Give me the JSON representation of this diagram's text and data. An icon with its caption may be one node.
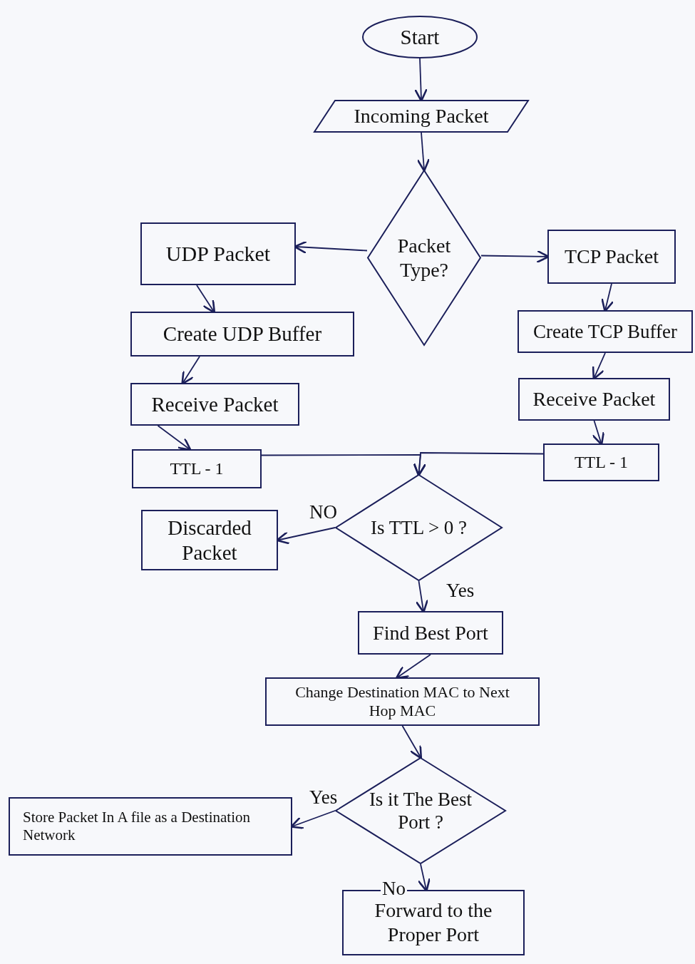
{
  "diagram": {
    "nodes": [
      {
        "text": [
          "Start"
        ]
      },
      {
        "text": [
          "Incoming Packet"
        ]
      },
      {
        "text": [
          "Packet Type?"
        ]
      },
      {
        "text": [
          "UDP Packet"
        ]
      },
      {
        "text": [
          "TCP Packet"
        ]
      },
      {
        "text": [
          "Create UDP Buffer"
        ]
      },
      {
        "text": [
          "Create TCP Buffer"
        ]
      },
      {
        "text": [
          "Receive Packet"
        ]
      },
      {
        "text": [
          "Receive Packet"
        ]
      },
      {
        "text": [
          "TTL - 1"
        ]
      },
      {
        "text": [
          "TTL - 1"
        ]
      },
      {
        "text": [
          "Is TTL > 0 ?"
        ]
      },
      {
        "text": [
          "Discarded Packet"
        ]
      },
      {
        "text": [
          "Find Best Port"
        ]
      },
      {
        "text": [
          "Change Destination MAC to Next Hop MAC"
        ]
      },
      {
        "text": [
          "Is it The Best Port ?"
        ]
      },
      {
        "text": [
          "Store Packet In A file as a Destination Network"
        ]
      },
      {
        "text": [
          "Forward to the Proper Port"
        ]
      }
    ],
    "edges": [
      {
        "from": 0,
        "to": 1,
        "arrow": "to"
      },
      {
        "from": 1,
        "to": 2,
        "arrow": "to"
      },
      {
        "from": 2,
        "to": 3,
        "arrow": "to"
      },
      {
        "from": 2,
        "to": 4,
        "arrow": "to"
      },
      {
        "from": 3,
        "to": 5,
        "arrow": "to"
      },
      {
        "from": 4,
        "to": 6,
        "arrow": "to"
      },
      {
        "from": 5,
        "to": 7,
        "arrow": "to"
      },
      {
        "from": 6,
        "to": 8,
        "arrow": "to"
      },
      {
        "from": 7,
        "to": 9,
        "arrow": "to"
      },
      {
        "from": 8,
        "to": 10,
        "arrow": "to"
      },
      {
        "from": 9,
        "to": 11,
        "arrow": "to"
      },
      {
        "from": 10,
        "to": 11,
        "arrow": "to"
      },
      {
        "from": 11,
        "to": 12,
        "arrow": "to",
        "label": "NO"
      },
      {
        "from": 11,
        "to": 13,
        "arrow": "to",
        "label": "Yes"
      },
      {
        "from": 13,
        "to": 14,
        "arrow": "to"
      },
      {
        "from": 14,
        "to": 15,
        "arrow": "to"
      },
      {
        "from": 15,
        "to": 16,
        "arrow": "to",
        "label": "Yes"
      },
      {
        "from": 15,
        "to": 17,
        "arrow": "to",
        "label": "No"
      }
    ]
  }
}
